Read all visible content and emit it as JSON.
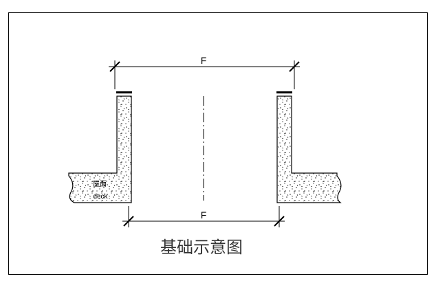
{
  "drawing": {
    "dimension_top": "F",
    "dimension_bottom": "F",
    "material_label_cn": "屋面",
    "material_label_en": "deck",
    "caption": "基础示意图"
  }
}
